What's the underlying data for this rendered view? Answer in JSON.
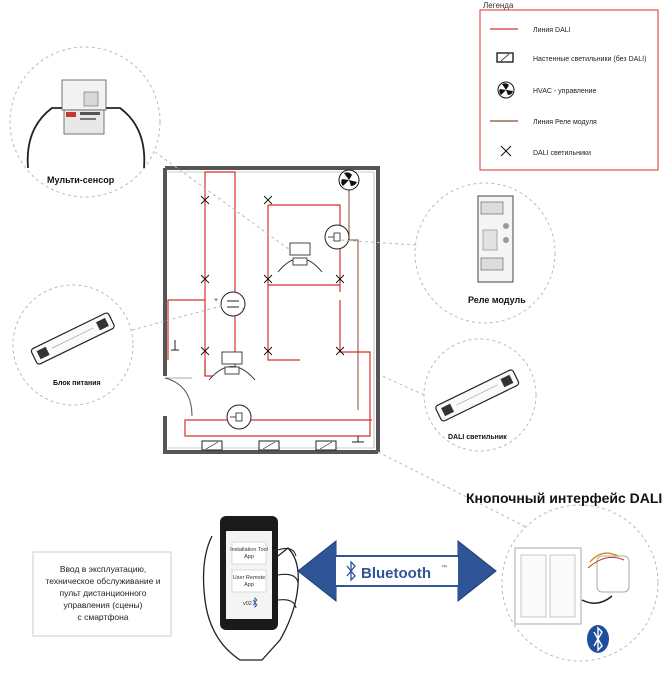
{
  "legend": {
    "title": "Легенда",
    "items": [
      {
        "label": "Линия DALI",
        "icon": "red-line-icon"
      },
      {
        "label": "Настенные светильники (без DALI)",
        "icon": "wall-luminaire-icon"
      },
      {
        "label": "HVAC - управление",
        "icon": "fan-icon"
      },
      {
        "label": "Линия Реле модуля",
        "icon": "brown-line-icon"
      },
      {
        "label": "DALI светильники",
        "icon": "cross-icon"
      }
    ]
  },
  "callouts": {
    "multisensor": "Мульти-сенсор",
    "power_supply": "Блок питания",
    "relay_module": "Реле модуль",
    "dali_luminaire": "DALI светильник",
    "push_button_interface": "Кнопочный интерфейс DALI"
  },
  "bluetooth": {
    "label": "Bluetooth",
    "trademark": "™"
  },
  "phone": {
    "app1_line1": "Installation Tool",
    "app1_line2": "App",
    "app2_line1": "User Remote",
    "app2_line2": "App",
    "footer": "v02"
  },
  "commission_text": {
    "line1": "Ввод в эксплуатацию,",
    "line2": "техническое обслуживание и",
    "line3": "пульт дистанционного",
    "line4": "управления (сцены)",
    "line5": "с смартфона"
  },
  "colors": {
    "dali_line": "#d9322b",
    "relay_line": "#8a4a2a",
    "bluetooth_arrow": "#2f5597",
    "wall": "#555555"
  }
}
